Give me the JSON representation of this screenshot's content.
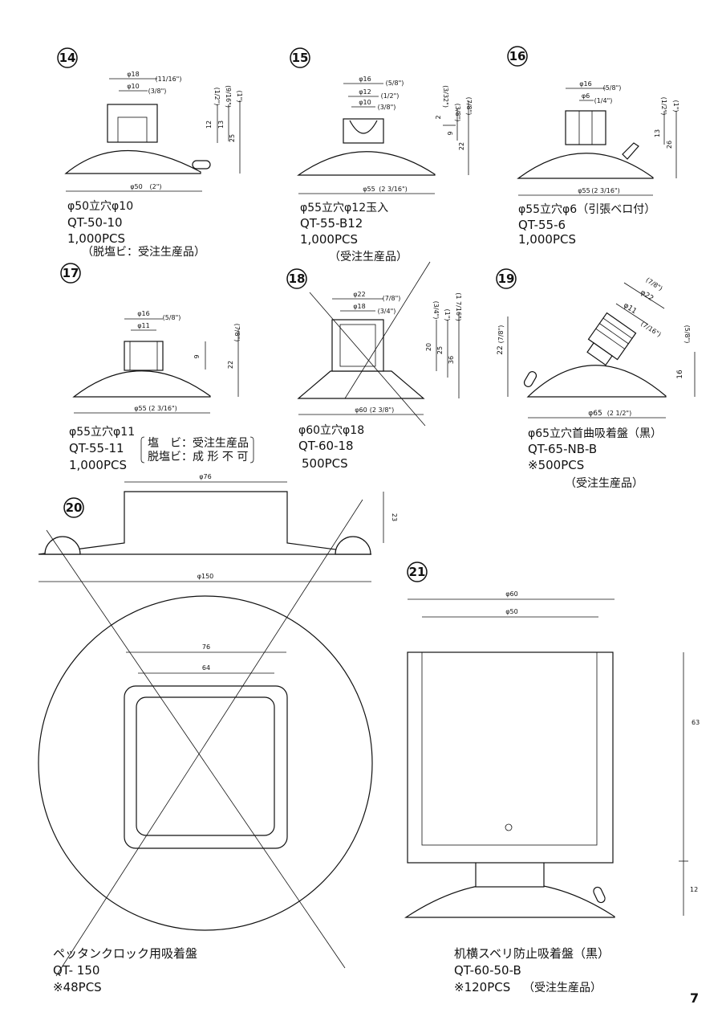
{
  "items": {
    "i14": {
      "number": "14",
      "l1": "φ50立穴φ10",
      "l2": "QT-50-10",
      "l3": "1,000PCS",
      "l4": "（脱塩ビ：受注生産品）",
      "d": {
        "a": "φ18",
        "ai": "(11/16\")",
        "b": "φ10",
        "bi": "(3/8\")",
        "c": "φ50",
        "ci": "(2\")",
        "h1": "12",
        "h1i": "(1/2\")",
        "h2": "13",
        "h2i": "(9/16\")",
        "h3": "25",
        "h3i": "(1\")"
      }
    },
    "i15": {
      "number": "15",
      "l1": "φ55立穴φ12玉入",
      "l2": "QT-55-B12",
      "l3": "1,000PCS",
      "l4": "（受注生産品）",
      "d": {
        "a": "φ16",
        "ai": "(5/8\")",
        "b": "φ12",
        "bi": "(1/2\")",
        "c": "φ10",
        "ci": "(3/8\")",
        "e": "φ55",
        "ei": "(2 3/16\")",
        "h1": "2",
        "h1i": "(3/32\")",
        "h2": "9",
        "h2i": "(3/8\")",
        "h3": "22",
        "h3i": "(7/8\")"
      }
    },
    "i16": {
      "number": "16",
      "l1": "φ55立穴φ6（引張ベロ付）",
      "l2": "QT-55-6",
      "l3": "1,000PCS",
      "d": {
        "a": "φ16",
        "ai": "(5/8\")",
        "b": "φ6",
        "bi": "(1/4\")",
        "c": "φ55",
        "ci": "(2 3/16\")",
        "h1": "13",
        "h1i": "(1/2\")",
        "h2": "26",
        "h2i": "(1\")"
      }
    },
    "i17": {
      "number": "17",
      "l1": "φ55立穴φ11",
      "l2": "QT-55-11",
      "l3": "1,000PCS",
      "n1": "塩　ビ：受注生産品",
      "n2": "脱塩ビ：成 形 不 可",
      "d": {
        "a": "φ16",
        "ai": "(5/8\")",
        "b": "φ11",
        "c": "φ55",
        "ci": "(2 3/16\")",
        "h1": "9",
        "h2": "22",
        "h2i": "(7/8\")"
      }
    },
    "i18": {
      "number": "18",
      "l1": "φ60立穴φ18",
      "l2": "QT-60-18",
      "l3": "500PCS",
      "d": {
        "a": "φ22",
        "ai": "(7/8\")",
        "b": "φ18",
        "bi": "(3/4\")",
        "c": "φ60",
        "ci": "(2 3/8\")",
        "h1": "20",
        "h1i": "(3/4\")",
        "h2": "25",
        "h2i": "(1\")",
        "h3": "36",
        "h3i": "(1 7/16\")"
      }
    },
    "i19": {
      "number": "19",
      "l1": "φ65立穴首曲吸着盤（黒）",
      "l2": "QT-65-NB-B",
      "l3": "※500PCS",
      "l4": "（受注生産品）",
      "d": {
        "a": "φ22",
        "ai": "(7/8\")",
        "b": "φ11",
        "bi": "(7/16\")",
        "c": "φ65",
        "ci": "(2 1/2\")",
        "h1": "22",
        "h1i": "(7/8\")",
        "h2": "16",
        "h2i": "(5/8\")"
      }
    },
    "i20": {
      "number": "20",
      "l1": "ペッタンクロック用吸着盤",
      "l2": "QT- 150",
      "l3": "※48PCS",
      "d": {
        "a": "φ76",
        "b": "23",
        "c": "φ150",
        "e": "76",
        "f": "64"
      }
    },
    "i21": {
      "number": "21",
      "l1": "机横スベリ防止吸着盤（黒）",
      "l2": "QT-60-50-B",
      "l3": "※120PCS",
      "l4": "（受注生産品）",
      "d": {
        "a": "φ60",
        "b": "φ50",
        "h1": "63",
        "h2": "12"
      }
    }
  },
  "page_number": "7"
}
